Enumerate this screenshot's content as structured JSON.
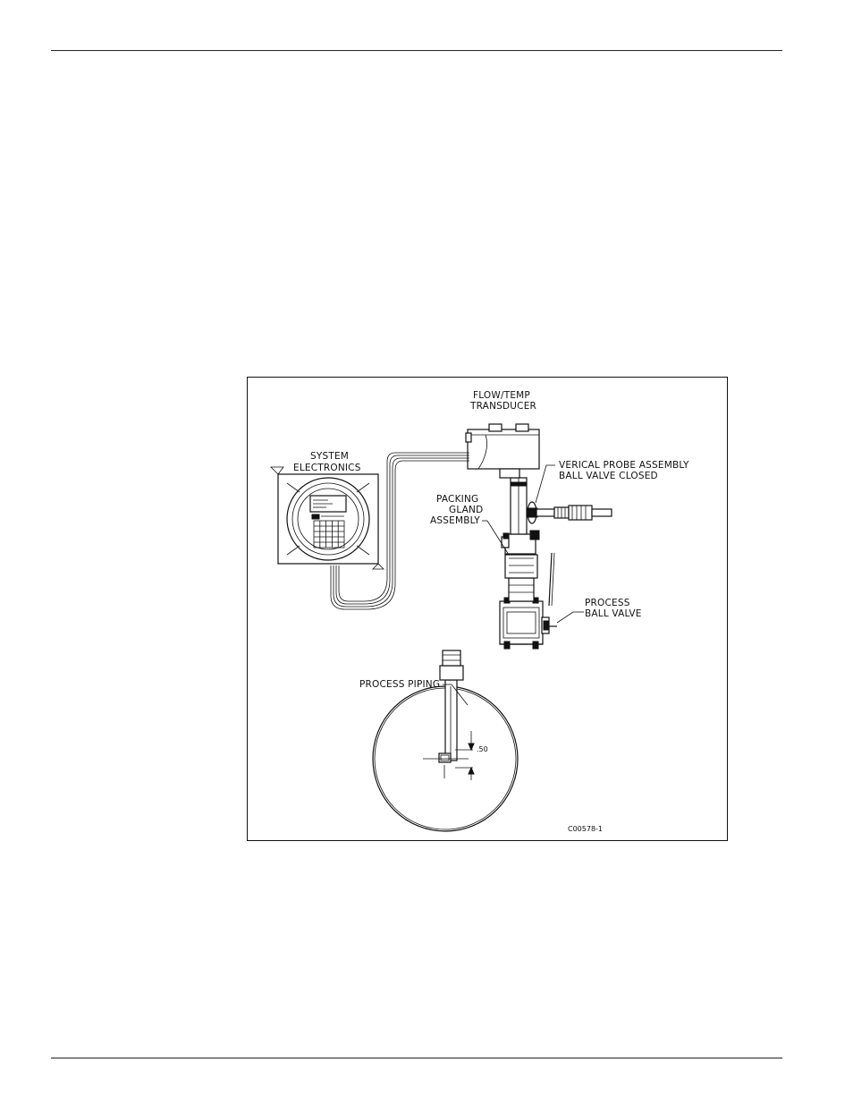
{
  "figure": {
    "labels": {
      "transducer_line1": "FLOW/TEMP",
      "transducer_line2": "TRANSDUCER",
      "electronics_line1": "SYSTEM",
      "electronics_line2": "ELECTRONICS",
      "probe_line1": "VERICAL PROBE ASSEMBLY",
      "probe_line2": "BALL VALVE CLOSED",
      "gland_line1": "PACKING",
      "gland_line2": "GLAND",
      "gland_line3": "ASSEMBLY",
      "valve_line1": "PROCESS",
      "valve_line2": "BALL VALVE",
      "piping": "PROCESS PIPING",
      "dimension": ".50",
      "drawing_number": "C00578-1"
    }
  }
}
